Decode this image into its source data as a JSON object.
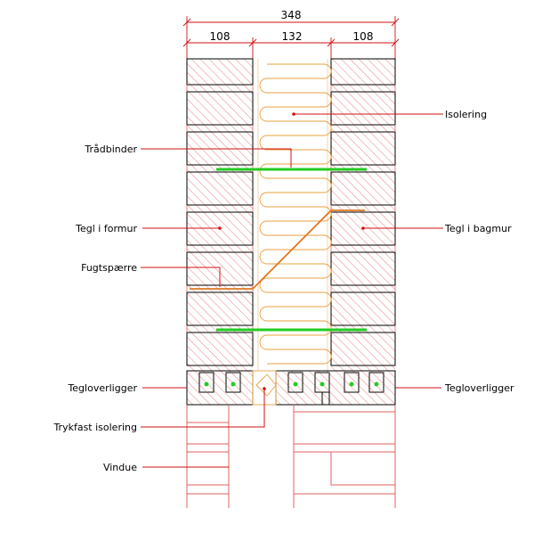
{
  "dimensions": {
    "total": "348",
    "outer_leaf": "108",
    "cavity": "132",
    "inner_leaf": "108"
  },
  "labels": {
    "isolering": "Isolering",
    "tradbinder": "Trådbinder",
    "tegl_formur": "Tegl i formur",
    "tegl_bagmur": "Tegl i bagmur",
    "fugtspaerre": "Fugtspærre",
    "tegloverligger_left": "Tegloverligger",
    "tegloverligger_right": "Tegloverligger",
    "trykfast_isolering": "Trykfast isolering",
    "vindue": "Vindue"
  },
  "colors": {
    "brick_line": "#000000",
    "hatch": "#e06060",
    "insulation": "#e8a040",
    "wall_tie": "#22cc22",
    "dimension": "#d01010",
    "leader": "#d01010",
    "damp_course": "#e07820"
  }
}
